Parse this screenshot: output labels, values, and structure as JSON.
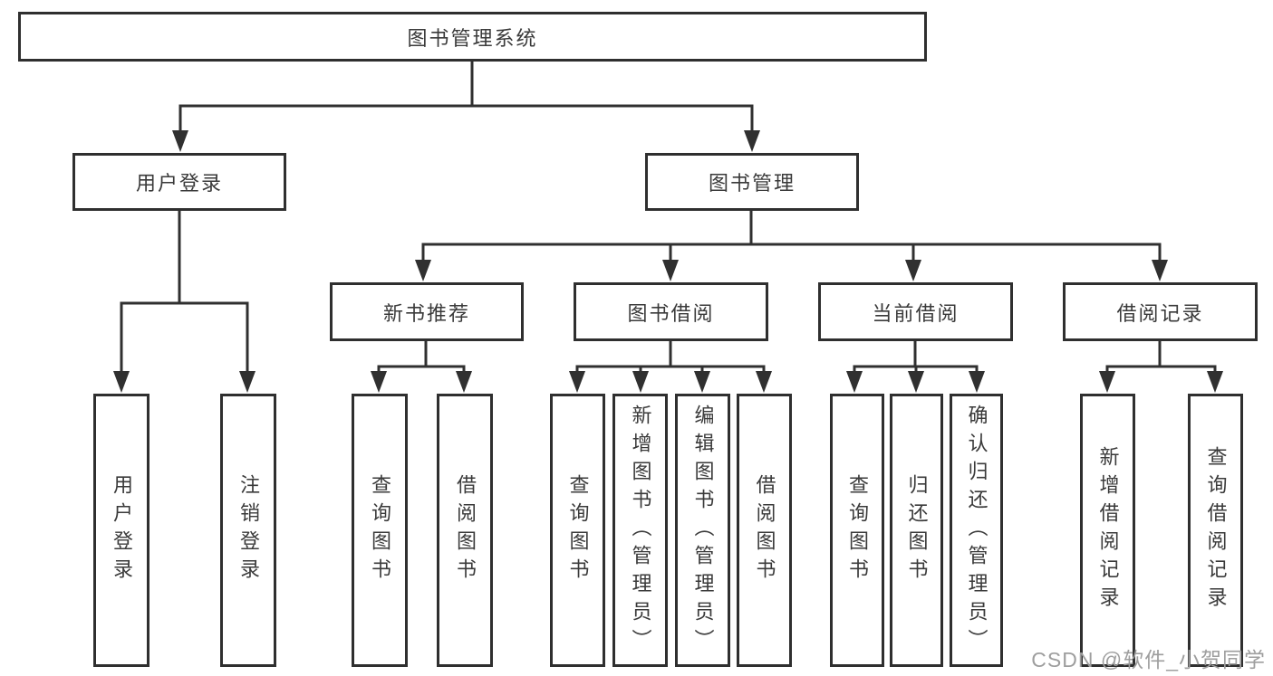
{
  "diagram": {
    "root": "图书管理系统",
    "level2": [
      "用户登录",
      "图书管理"
    ],
    "level3": [
      "新书推荐",
      "图书借阅",
      "当前借阅",
      "借阅记录"
    ],
    "leaves": {
      "user_login": [
        "用户登录",
        "注销登录"
      ],
      "new_books": [
        "查询图书",
        "借阅图书"
      ],
      "book_borrow": [
        "查询图书",
        "新增图书（管理员）",
        "编辑图书（管理员）",
        "借阅图书"
      ],
      "current_borrow": [
        "查询图书",
        "归还图书",
        "确认归还（管理员）"
      ],
      "borrow_records": [
        "新增借阅记录",
        "查询借阅记录"
      ]
    }
  },
  "watermark": "CSDN @软件_小贺同学",
  "colors": {
    "line": "#303030",
    "box_border": "#2f2f2f",
    "text": "#3a3a3a",
    "watermark": "#9e9e9e",
    "background": "#ffffff"
  }
}
